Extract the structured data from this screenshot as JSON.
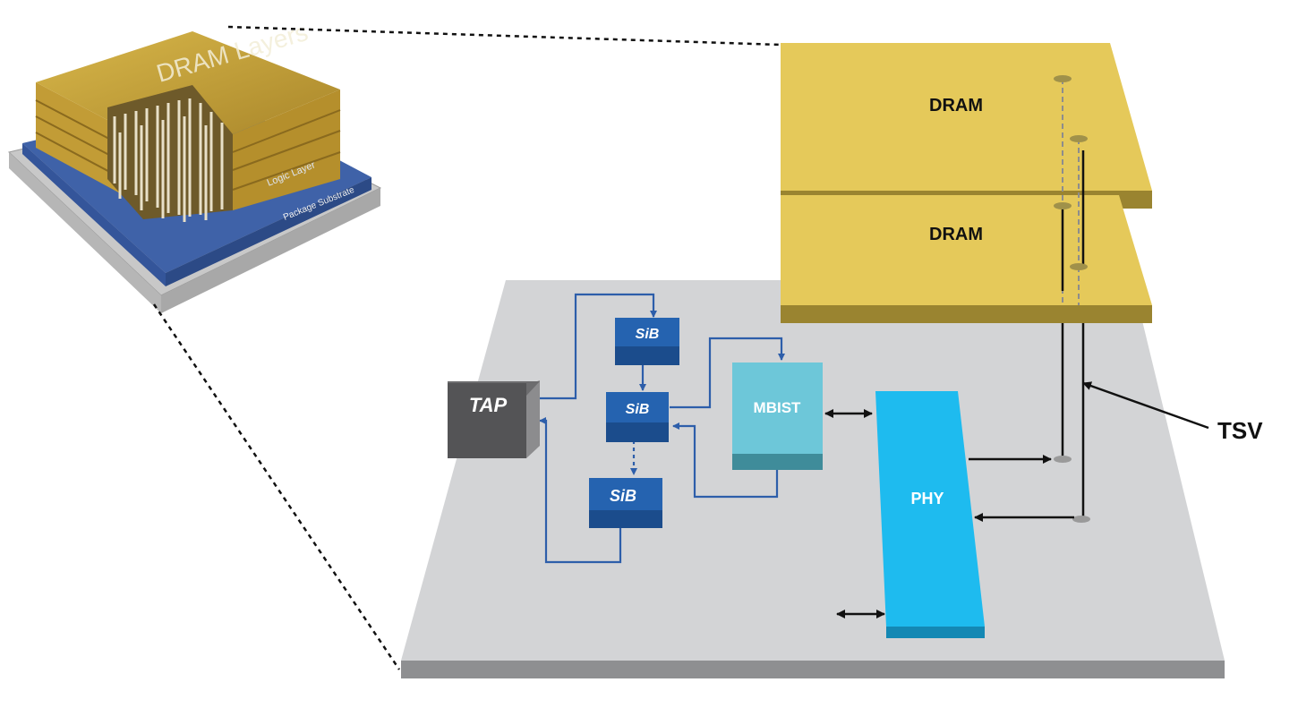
{
  "inset": {
    "dram_layers_label": "DRAM Layers",
    "logic_layer_label": "Logic Layer",
    "substrate_label": "Package Substrate"
  },
  "dram": [
    {
      "label": "DRAM"
    },
    {
      "label": "DRAM"
    }
  ],
  "blocks": {
    "tap": "TAP",
    "sib": [
      "SiB",
      "SiB",
      "SiB"
    ],
    "mbist": "MBIST",
    "phy": "PHY"
  },
  "tsv_label": "TSV",
  "colors": {
    "dram_top": "#e5c95a",
    "dram_side": "#9a8430",
    "platform": "#d3d4d6",
    "platform_side": "#8e8f91",
    "tap": "#545456",
    "sib": "#2563b0",
    "mbist": "#6dc7d9",
    "phy": "#1ebbef",
    "wire": "#2d5eaa"
  }
}
